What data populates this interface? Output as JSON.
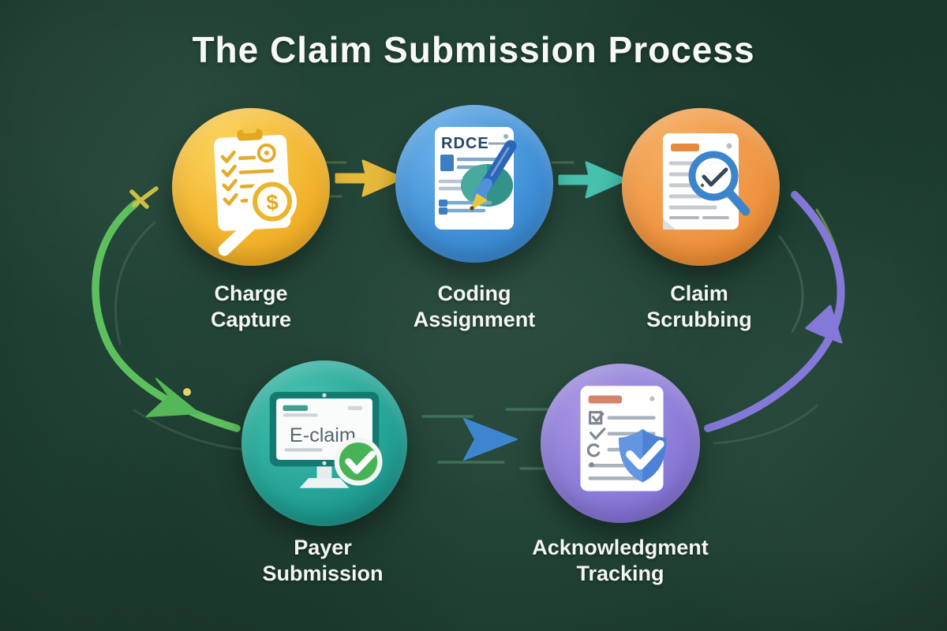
{
  "title": "The Claim Submission Process",
  "palette": {
    "background": "#204234",
    "title_text": "#f7f9f6",
    "label_text": "#f3f6f2",
    "step_yellow": "#f2b32c",
    "step_blue": "#3f8fd6",
    "step_orange": "#ef9440",
    "step_teal": "#23a295",
    "step_purple": "#8b7ad7",
    "arrow_yellow": "#e7b93a",
    "arrow_teal": "#47c0ae",
    "arrow_blue": "#3d86cf",
    "arc_green": "#5dbf5e",
    "arc_purple": "#8478d8"
  },
  "steps": [
    {
      "id": "charge-capture",
      "label_lines": [
        "Charge",
        "Capture"
      ],
      "circle_color": "#f2b32c",
      "icon": "clipboard-checklist-dollar-magnifier-icon",
      "icon_text": "$"
    },
    {
      "id": "coding-assignment",
      "label_lines": [
        "Coding",
        "Assignment"
      ],
      "circle_color": "#3f8fd6",
      "icon": "code-document-pencil-icon",
      "icon_text": "RDCE"
    },
    {
      "id": "claim-scrubbing",
      "label_lines": [
        "Claim",
        "Scrubbing"
      ],
      "circle_color": "#ef9440",
      "icon": "document-magnifier-check-icon",
      "icon_text": ""
    },
    {
      "id": "payer-submission",
      "label_lines": [
        "Payer",
        "Submission"
      ],
      "circle_color": "#23a295",
      "icon": "monitor-checkmark-icon",
      "icon_text": "E-claim"
    },
    {
      "id": "acknowledgment-tracking",
      "label_lines": [
        "Acknowledgment",
        "Tracking"
      ],
      "circle_color": "#8b7ad7",
      "icon": "document-shield-check-icon",
      "icon_text": ""
    }
  ],
  "connectors": [
    {
      "from": "charge-capture",
      "to": "coding-assignment",
      "style": "straight-arrow",
      "color": "#e7b93a"
    },
    {
      "from": "coding-assignment",
      "to": "claim-scrubbing",
      "style": "straight-arrow",
      "color": "#47c0ae"
    },
    {
      "from": "payer-submission",
      "to": "acknowledgment-tracking",
      "style": "straight-line-arrow",
      "color": "#3d86cf"
    },
    {
      "from": "charge-capture",
      "to": "payer-submission",
      "style": "curved-arc-left",
      "color": "#5dbf5e"
    },
    {
      "from": "acknowledgment-tracking",
      "to": "claim-scrubbing",
      "style": "curved-arc-right",
      "color": "#8478d8"
    }
  ]
}
